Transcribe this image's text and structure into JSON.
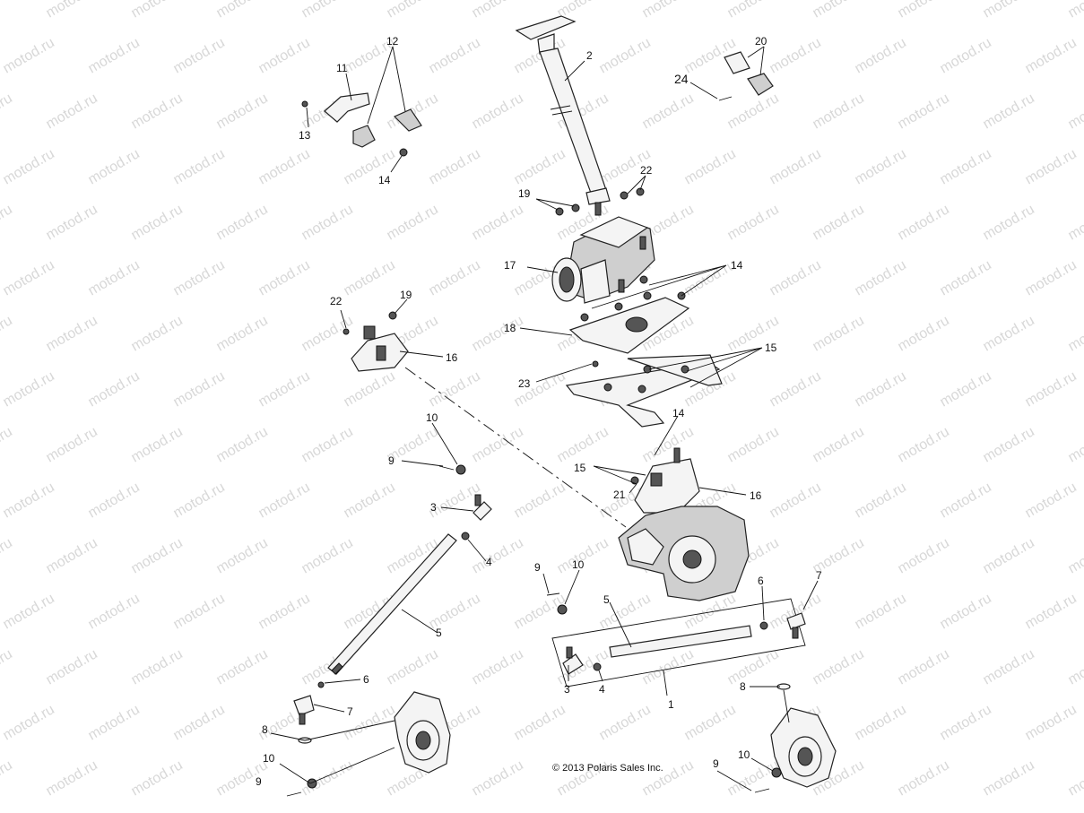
{
  "diagram": {
    "watermark_text": "motod.ru",
    "copyright": "© 2013 Polaris Sales Inc.",
    "callouts": [
      "1",
      "2",
      "3",
      "4",
      "5",
      "6",
      "7",
      "8",
      "9",
      "10",
      "11",
      "12",
      "13",
      "14",
      "15",
      "16",
      "17",
      "18",
      "19",
      "20",
      "21",
      "22",
      "23",
      "24"
    ]
  }
}
